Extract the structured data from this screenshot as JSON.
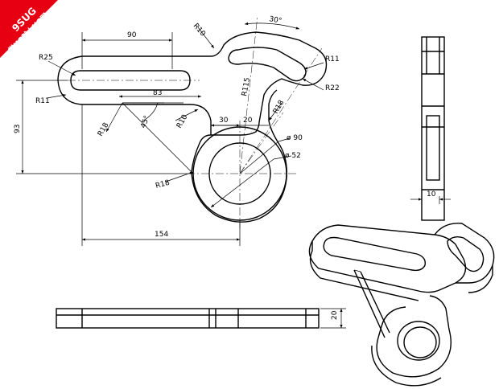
{
  "watermark": {
    "line1": "9SUG",
    "line2": "学UG就上UG网",
    "color": "#e60012"
  },
  "dimensions": {
    "d90": "90",
    "r25": "R25",
    "r11_left": "R11",
    "d83": "83",
    "d93": "93",
    "r18_left": "R18",
    "a45": "45°",
    "r10_mid": "R10",
    "r10_top": "R10",
    "d30": "30",
    "d20_top": "20",
    "r115": "R115",
    "a30": "30°",
    "r11_right": "R11",
    "r22": "R22",
    "r18_right": "R18",
    "dia90": "ø 90",
    "dia52": "ø 52",
    "r18_bottom": "R18",
    "d154": "154",
    "d10": "10",
    "d20_front": "20"
  }
}
